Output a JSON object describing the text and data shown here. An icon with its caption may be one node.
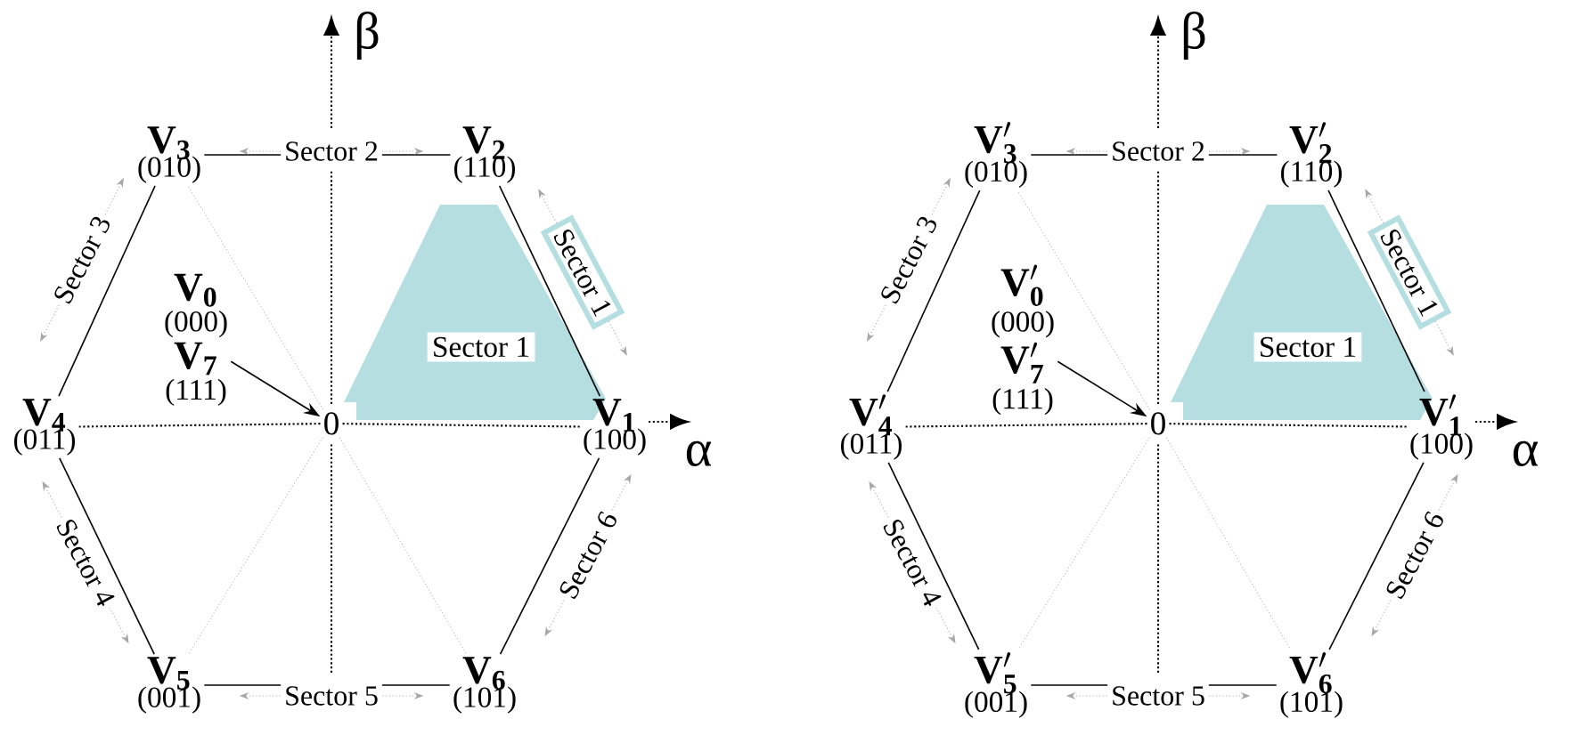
{
  "diagram": {
    "nodes": [
      {
        "text": [
          "\\mathbf{V}_{\\mathbf{3}}",
          "(010)"
        ]
      },
      {
        "text": [
          "\\mathbf{V}_{\\mathbf{2}}",
          "(110)"
        ]
      },
      {
        "text": [
          "\\mathbf{V}_{\\mathbf{0}}",
          "(000)",
          "\\mathbf{V}_{\\mathbf{7}}",
          "(111)"
        ]
      },
      {
        "text": [
          "Sector 1"
        ]
      },
      {
        "text": [
          "\\mathbf{V}_{\\mathbf{4}}",
          "(011)"
        ]
      },
      {
        "text": [
          "0"
        ]
      },
      {
        "text": [
          "\\mathbf{V}_{\\mathbf{1}}",
          "(100)"
        ]
      },
      {
        "text": [
          "\\mathbf{V}_{\\mathbf{5}}",
          "(001)"
        ]
      },
      {
        "text": [
          "\\mathbf{V}_{\\mathbf{6}}",
          "(101)"
        ]
      },
      {
        "text": [
          "\\mathbf{V}'_{\\mathbf{3}}",
          "(010)"
        ]
      },
      {
        "text": [
          "\\mathbf{V}'_{\\mathbf{2}}",
          "(110)"
        ]
      },
      {
        "text": [
          "\\mathbf{V}'_{\\mathbf{0}}",
          "(000)",
          "\\mathbf{V}'_{\\mathbf{7}}",
          "(111)"
        ]
      },
      {
        "text": [
          "Sector 1"
        ]
      },
      {
        "text": [
          "\\mathbf{V}'_{\\mathbf{4}}",
          "(011)"
        ]
      },
      {
        "text": [
          "0"
        ]
      },
      {
        "text": [
          "\\mathbf{V}'_{\\mathbf{1}}",
          "(100)"
        ]
      },
      {
        "text": [
          "\\mathbf{V}'_{\\mathbf{5}}",
          "(001)"
        ]
      },
      {
        "text": [
          "\\mathbf{V}'_{\\mathbf{6}}",
          "(101)"
        ]
      }
    ],
    "edges": [
      {
        "from": 0,
        "to": 1,
        "arrow": "none"
      },
      {
        "from": 1,
        "to": 6,
        "arrow": "none"
      },
      {
        "from": 6,
        "to": 8,
        "arrow": "none"
      },
      {
        "from": 8,
        "to": 7,
        "arrow": "none"
      },
      {
        "from": 7,
        "to": 4,
        "arrow": "none"
      },
      {
        "from": 4,
        "to": 0,
        "arrow": "none"
      },
      {
        "from": 5,
        "to": 0,
        "arrow": "none",
        "style": "dashed",
        "color": "#b4b4b4"
      },
      {
        "from": 5,
        "to": 7,
        "arrow": "none",
        "style": "dashed",
        "color": "#b4b4b4"
      },
      {
        "from": 5,
        "to": 8,
        "arrow": "none",
        "style": "dashed",
        "color": "#b4b4b4"
      },
      {
        "from": 2,
        "to": 5,
        "arrow": "to"
      },
      {
        "from": 5,
        "to": 4,
        "arrow": "none",
        "style": "dashed"
      },
      {
        "from": 5,
        "to": 6,
        "arrow": "none",
        "style": "dashed"
      },
      {
        "from": 9,
        "to": 10,
        "arrow": "none"
      },
      {
        "from": 10,
        "to": 15,
        "arrow": "none"
      },
      {
        "from": 15,
        "to": 17,
        "arrow": "none"
      },
      {
        "from": 17,
        "to": 16,
        "arrow": "none"
      },
      {
        "from": 16,
        "to": 13,
        "arrow": "none"
      },
      {
        "from": 13,
        "to": 9,
        "arrow": "none"
      },
      {
        "from": 14,
        "to": 9,
        "arrow": "none",
        "style": "dashed",
        "color": "#b4b4b4"
      },
      {
        "from": 14,
        "to": 16,
        "arrow": "none",
        "style": "dashed",
        "color": "#b4b4b4"
      },
      {
        "from": 14,
        "to": 17,
        "arrow": "none",
        "style": "dashed",
        "color": "#b4b4b4"
      },
      {
        "from": 11,
        "to": 14,
        "arrow": "to"
      },
      {
        "from": 14,
        "to": 13,
        "arrow": "none",
        "style": "dashed"
      },
      {
        "from": 14,
        "to": 15,
        "arrow": "none",
        "style": "dashed"
      }
    ],
    "labels": [
      "β",
      "Sector 2",
      "Sector 3",
      "Sector 1",
      "α",
      "Sector 4",
      "Sector 6",
      "Sector 5",
      "β",
      "Sector 2",
      "Sector 3",
      "Sector 1",
      "α",
      "Sector 4",
      "Sector 6",
      "Sector 5"
    ]
  }
}
